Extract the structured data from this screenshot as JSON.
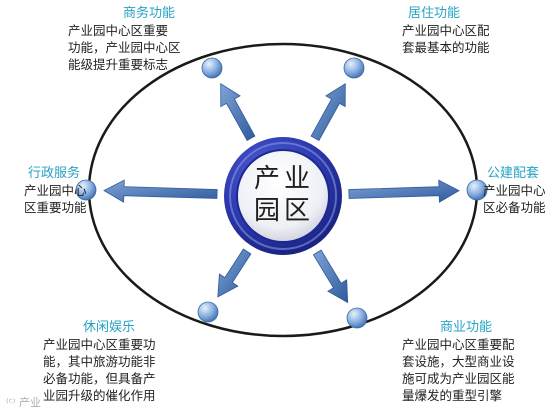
{
  "center": {
    "text": "产业\n园区"
  },
  "nodes": [
    {
      "id": "commerce",
      "title": "商务功能",
      "desc": "产业园中心区重要\n功能，产业园中心区\n能级提升重要标志"
    },
    {
      "id": "residence",
      "title": "居住功能",
      "desc": "产业园中心区配\n套最基本的功能"
    },
    {
      "id": "admin",
      "title": "行政服务",
      "desc": "产业园中心\n区重要功能"
    },
    {
      "id": "public",
      "title": "公建配套",
      "desc": "产业园中心\n区必备功能"
    },
    {
      "id": "leisure",
      "title": "休闲娱乐",
      "desc": "产业园中心区重要功\n能，其中旅游功能非\n必备功能，但具备产\n业园升级的催化作用"
    },
    {
      "id": "business",
      "title": "商业功能",
      "desc": "产业园中心区重要配\n套设施，大型商业设\n施可成为产业园区能\n量爆发的重型引擎"
    }
  ],
  "watermark": "⁽ᶜ⁾ 产业",
  "colors": {
    "title": "#27a3c4",
    "ring": "#1a1a1a",
    "node": "#6fa0d8",
    "arrow": "#4f78b3",
    "center_ring": "#2f3fb3"
  }
}
